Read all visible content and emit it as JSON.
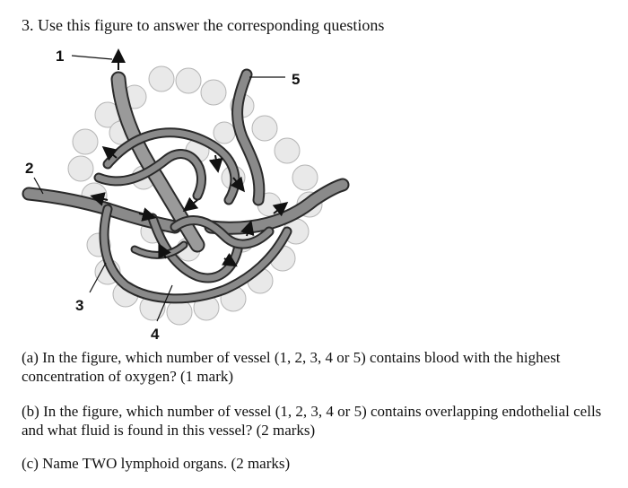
{
  "question": {
    "title": "3. Use this figure to answer the corresponding questions"
  },
  "figure": {
    "labels": [
      "1",
      "2",
      "3",
      "4",
      "5"
    ],
    "colors": {
      "vessel_fill": "#8a8a8a",
      "vessel_edge": "#2a2a2a",
      "cell_fill": "#e9e9e9",
      "cell_edge": "#b5b5b5"
    }
  },
  "parts": {
    "a": "(a) In the figure, which number of vessel (1, 2, 3, 4 or 5) contains blood with the highest concentration of oxygen? (1 mark)",
    "b": "(b) In the figure, which number of vessel (1, 2, 3, 4 or 5) contains overlapping endothelial cells and what fluid is found in this vessel? (2 marks)",
    "c": "(c) Name TWO lymphoid organs. (2 marks)"
  }
}
